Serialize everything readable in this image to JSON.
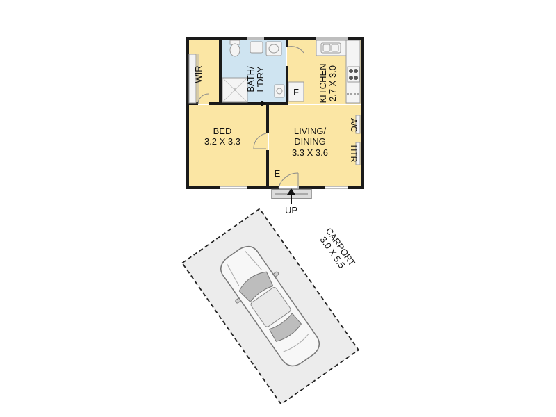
{
  "rooms": {
    "wir": {
      "name": "WIR"
    },
    "bath": {
      "name_line1": "BATH/",
      "name_line2": "L'DRY"
    },
    "kitchen": {
      "name": "KITCHEN",
      "dims": "2.7 X 3.0"
    },
    "bed": {
      "name": "BED",
      "dims": "3.2 X 3.3"
    },
    "living": {
      "name_line1": "LIVING/",
      "name_line2": "DINING",
      "dims": "3.3 X 3.6"
    },
    "carport": {
      "name": "CARPORT",
      "dims": "3.0 X 5.5"
    }
  },
  "labels": {
    "fridge": "F",
    "aircon": "A/C",
    "heater": "HTR",
    "entry": "E",
    "stairs": "UP"
  },
  "colors": {
    "room_fill": "#fbe6a4",
    "wet_fill": "#cfe4f1",
    "carport_fill": "#ececec",
    "wall": "#1a1a1a"
  }
}
